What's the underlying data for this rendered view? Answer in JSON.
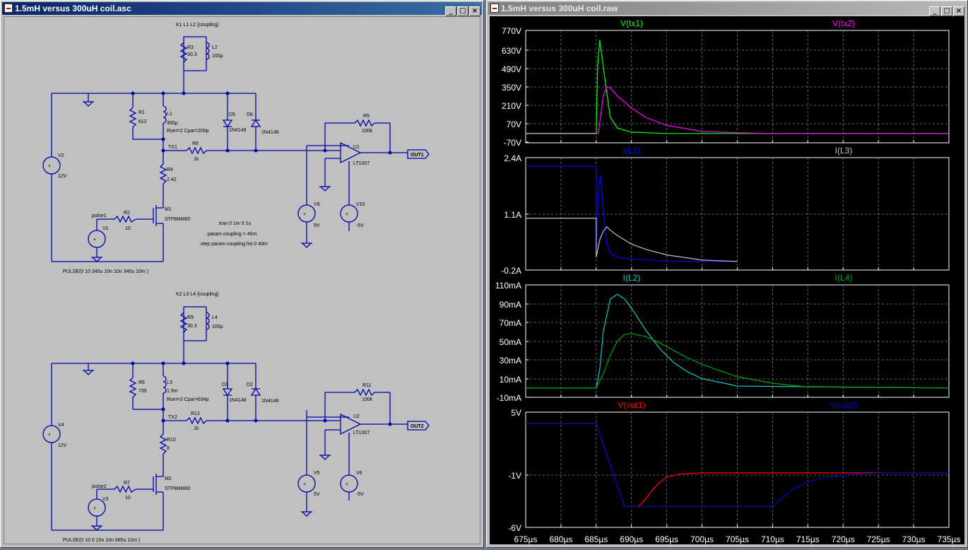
{
  "left_window": {
    "title": "1.5mH versus 300uH coil.asc",
    "buttons": {
      "minimize": "_",
      "maximize": "□",
      "close": "×"
    },
    "circuit1": {
      "coupling": "K1 L1 L2 {coupling}",
      "R3": {
        "name": "R3",
        "value": "30.3"
      },
      "L2": {
        "name": "L2",
        "value": "100µ"
      },
      "R1": {
        "name": "R1",
        "value": "612"
      },
      "L1": {
        "name": "L1",
        "value": "300µ"
      },
      "L1_params": "Rser=2 Cpar=200p",
      "D5": {
        "name": "D5",
        "value": "1N4148"
      },
      "D6": {
        "name": "D6",
        "value": "1N4148"
      },
      "R5": {
        "name": "R5",
        "value": "100k"
      },
      "U1": {
        "name": "U1",
        "value": "LT1007"
      },
      "out": "OUT1",
      "net": "TX1",
      "R8": {
        "name": "R8",
        "value": "1k"
      },
      "R4": {
        "name": "R4",
        "value": "2.42"
      },
      "V2": {
        "name": "V2",
        "value": "12V"
      },
      "M1": {
        "name": "M1",
        "value": "STP8NM60"
      },
      "R2": {
        "name": "R2",
        "value": "10"
      },
      "pulse_label": "pulse1",
      "V1": {
        "name": "V1"
      },
      "V9": {
        "name": "V9",
        "value": "5V"
      },
      "V10": {
        "name": "V10",
        "value": "-5V"
      },
      "pulse_spec": "PULSE(0 10 345u 10n 10n 340u 10m )",
      "directives": [
        ".tran 0 1m 0 1u",
        ".param coupling = 40m",
        ".step param coupling list 0 40m"
      ]
    },
    "circuit2": {
      "coupling": "K2 L3 L4 {coupling}",
      "R9": {
        "name": "R9",
        "value": "30.3"
      },
      "L4": {
        "name": "L4",
        "value": "100µ"
      },
      "R6": {
        "name": "R6",
        "value": "735"
      },
      "L3": {
        "name": "L3",
        "value": "1.5m"
      },
      "L3_params": "Rser=3 Cpar=634p",
      "D1": {
        "name": "D1",
        "value": "1N4148"
      },
      "D2": {
        "name": "D2",
        "value": "1N4148"
      },
      "R11": {
        "name": "R11",
        "value": "100k"
      },
      "U2": {
        "name": "U2",
        "value": "LT1007"
      },
      "out": "OUT2",
      "net": "TX2",
      "R12": {
        "name": "R12",
        "value": "1k"
      },
      "R10": {
        "name": "R10",
        "value": "8"
      },
      "V4": {
        "name": "V4",
        "value": "12V"
      },
      "M2": {
        "name": "M2",
        "value": "STP8NM60"
      },
      "R7": {
        "name": "R7",
        "value": "10"
      },
      "pulse_label": "pulse2",
      "V3": {
        "name": "V3"
      },
      "V5": {
        "name": "V5",
        "value": "5V"
      },
      "V6": {
        "name": "V6",
        "value": "-5V"
      },
      "pulse_spec": "PULSE(0 10 0 10n 10n 685u 10m )"
    }
  },
  "right_window": {
    "title": "1.5mH versus 300uH coil.raw",
    "buttons": {
      "minimize": "_",
      "maximize": "□",
      "close": "×"
    }
  },
  "colors": {
    "schematic_bg": "#c0c0c0",
    "wire": "#0000aa",
    "plot_bg": "#000000",
    "grid": "#808080",
    "axis_text": "#ffffff",
    "green": "#00ff00",
    "magenta": "#ff00ff",
    "blue": "#0000ff",
    "gray": "#c0c0c0",
    "cyan": "#22c0c0",
    "darkgreen": "#00a000",
    "red": "#ff0000",
    "navy": "#0000c0"
  },
  "chart_data": [
    {
      "type": "line",
      "x_ticks": [
        "675µs",
        "680µs",
        "685µs",
        "690µs",
        "695µs",
        "700µs",
        "705µs",
        "710µs",
        "715µs",
        "720µs",
        "725µs",
        "730µs",
        "735µs"
      ],
      "xlim": [
        675,
        735
      ],
      "y_ticks": [
        "770V",
        "630V",
        "490V",
        "350V",
        "210V",
        "70V",
        "-70V"
      ],
      "ylim": [
        -70,
        770
      ],
      "grid": true,
      "series": [
        {
          "name": "V(tx1)",
          "color": "#00ff00",
          "x": [
            675,
            684.9,
            685,
            685.2,
            685.5,
            686,
            686.5,
            687,
            688,
            690,
            695,
            700,
            735
          ],
          "y": [
            0,
            0,
            0,
            500,
            700,
            500,
            300,
            120,
            40,
            10,
            0,
            0,
            0
          ]
        },
        {
          "name": "V(tx2)",
          "color": "#ff00ff",
          "x": [
            675,
            685,
            685.3,
            686,
            686.5,
            687,
            688,
            690,
            692,
            695,
            700,
            705,
            710,
            735
          ],
          "y": [
            0,
            0,
            0,
            280,
            350,
            340,
            280,
            190,
            120,
            60,
            15,
            5,
            0,
            0
          ]
        },
        {
          "name": "",
          "color": "#c0c0c0",
          "x": [
            675,
            685
          ],
          "y": [
            0,
            0
          ]
        }
      ]
    },
    {
      "type": "line",
      "x_ticks": [
        "675µs",
        "680µs",
        "685µs",
        "690µs",
        "695µs",
        "700µs",
        "705µs",
        "710µs",
        "715µs",
        "720µs",
        "725µs",
        "730µs",
        "735µs"
      ],
      "xlim": [
        675,
        735
      ],
      "y_ticks": [
        "2.4A",
        "1.1A",
        "-0.2A"
      ],
      "ylim": [
        -0.2,
        2.4
      ],
      "grid": true,
      "series": [
        {
          "name": "I(L1)",
          "color": "#0000ff",
          "x": [
            675,
            685,
            685,
            685.3,
            685.6,
            686,
            686.5,
            687,
            688,
            690,
            695,
            700,
            705
          ],
          "y": [
            2.2,
            2.2,
            0.2,
            1.6,
            2.0,
            1.2,
            0.4,
            0.2,
            0.1,
            0.05,
            0.01,
            0,
            0
          ]
        },
        {
          "name": "I(L3)",
          "color": "#c0c0c0",
          "x": [
            675,
            685,
            685,
            685.5,
            686,
            686.5,
            687,
            688,
            690,
            692,
            695,
            700,
            705
          ],
          "y": [
            1.0,
            1.0,
            0.1,
            0.5,
            0.7,
            0.8,
            0.72,
            0.6,
            0.4,
            0.28,
            0.15,
            0.03,
            0
          ]
        }
      ]
    },
    {
      "type": "line",
      "x_ticks": [
        "675µs",
        "680µs",
        "685µs",
        "690µs",
        "695µs",
        "700µs",
        "705µs",
        "710µs",
        "715µs",
        "720µs",
        "725µs",
        "730µs",
        "735µs"
      ],
      "xlim": [
        675,
        735
      ],
      "y_ticks": [
        "110mA",
        "90mA",
        "70mA",
        "50mA",
        "30mA",
        "10mA",
        "-10mA"
      ],
      "ylim": [
        -10,
        110
      ],
      "grid": true,
      "series": [
        {
          "name": "I(L2)",
          "color": "#22c0c0",
          "x": [
            675,
            685,
            685.5,
            686,
            687,
            688,
            689,
            690,
            692,
            694,
            696,
            698,
            700,
            705,
            735
          ],
          "y": [
            0,
            0,
            20,
            60,
            95,
            100,
            95,
            85,
            62,
            42,
            27,
            17,
            10,
            2,
            0
          ]
        },
        {
          "name": "I(L4)",
          "color": "#00a000",
          "x": [
            675,
            685,
            686,
            687,
            688,
            689,
            690,
            692,
            694,
            696,
            698,
            700,
            705,
            710,
            715,
            735
          ],
          "y": [
            0,
            0,
            15,
            35,
            50,
            57,
            58,
            55,
            48,
            40,
            32,
            25,
            12,
            5,
            1,
            0
          ]
        }
      ]
    },
    {
      "type": "line",
      "x_ticks": [
        "675µs",
        "680µs",
        "685µs",
        "690µs",
        "695µs",
        "700µs",
        "705µs",
        "710µs",
        "715µs",
        "720µs",
        "725µs",
        "730µs",
        "735µs"
      ],
      "xlim": [
        675,
        735
      ],
      "y_ticks": [
        "5V",
        "-1V",
        "-6V"
      ],
      "ylim": [
        -6,
        5
      ],
      "grid": true,
      "series": [
        {
          "name": "V(out1)",
          "color": "#ff0000",
          "x": [
            675,
            685,
            689,
            691,
            692,
            693,
            694,
            695,
            697,
            700,
            705,
            735
          ],
          "y": [
            3.9,
            3.9,
            -4.0,
            -4.0,
            -3.3,
            -2.4,
            -1.7,
            -1.2,
            -0.9,
            -0.8,
            -0.8,
            -0.8
          ]
        },
        {
          "name": "V(out2)",
          "color": "#0000c0",
          "x": [
            675,
            685,
            689,
            710,
            711,
            713,
            715,
            717,
            720,
            723,
            726,
            735
          ],
          "y": [
            3.9,
            3.9,
            -4.0,
            -4.0,
            -3.4,
            -2.3,
            -1.7,
            -1.3,
            -1.0,
            -0.85,
            -0.8,
            -0.8
          ]
        }
      ]
    }
  ]
}
